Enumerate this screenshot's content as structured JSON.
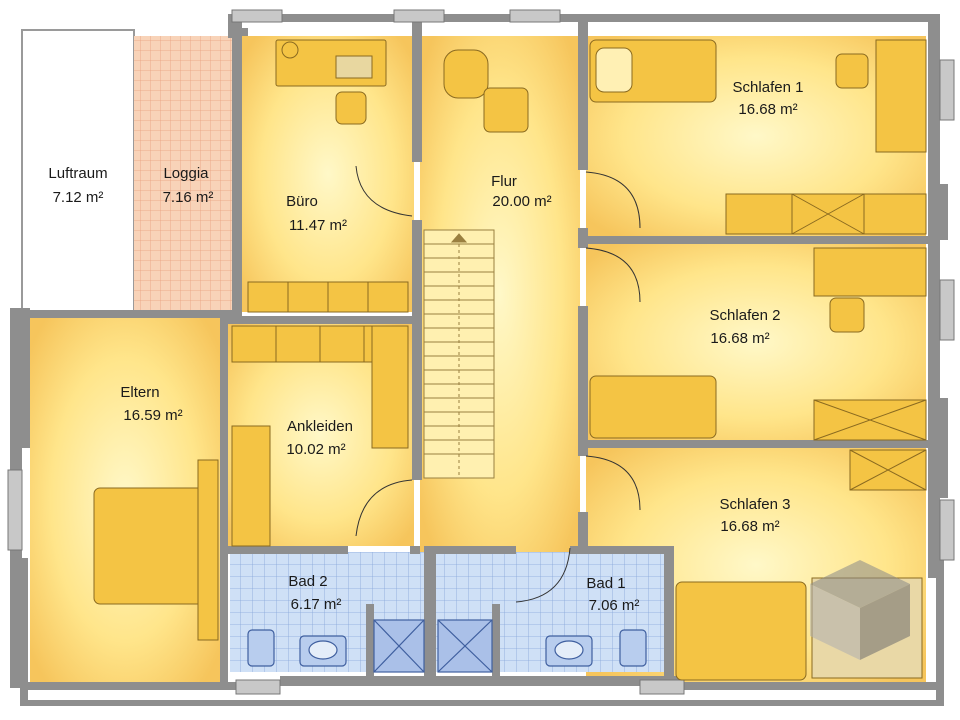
{
  "rooms": {
    "luftraum": {
      "name": "Luftraum",
      "area": "7.12 m²"
    },
    "loggia": {
      "name": "Loggia",
      "area": "7.16 m²"
    },
    "buero": {
      "name": "Büro",
      "area": "11.47 m²"
    },
    "flur": {
      "name": "Flur",
      "area": "20.00 m²"
    },
    "schlafen1": {
      "name": "Schlafen 1",
      "area": "16.68 m²"
    },
    "schlafen2": {
      "name": "Schlafen 2",
      "area": "16.68 m²"
    },
    "schlafen3": {
      "name": "Schlafen 3",
      "area": "16.68 m²"
    },
    "eltern": {
      "name": "Eltern",
      "area": "16.59 m²"
    },
    "ankleiden": {
      "name": "Ankleiden",
      "area": "10.02 m²"
    },
    "bad2": {
      "name": "Bad 2",
      "area": "6.17 m²"
    },
    "bad1": {
      "name": "Bad 1",
      "area": "7.06 m²"
    }
  },
  "colors": {
    "wall": "#8c8c8c",
    "floor_light": "#fff4b8",
    "floor_mid": "#ffe07a",
    "floor_edge": "#f5c35a",
    "tile": "#c9d9f2",
    "tile_line": "#7fa0d8",
    "loggia": "#f7c9ad",
    "loggia_line": "#e89a7a",
    "furniture": "#f2c040",
    "furniture_stroke": "#8a6a20"
  },
  "logo": {
    "name": "cube-logo"
  }
}
